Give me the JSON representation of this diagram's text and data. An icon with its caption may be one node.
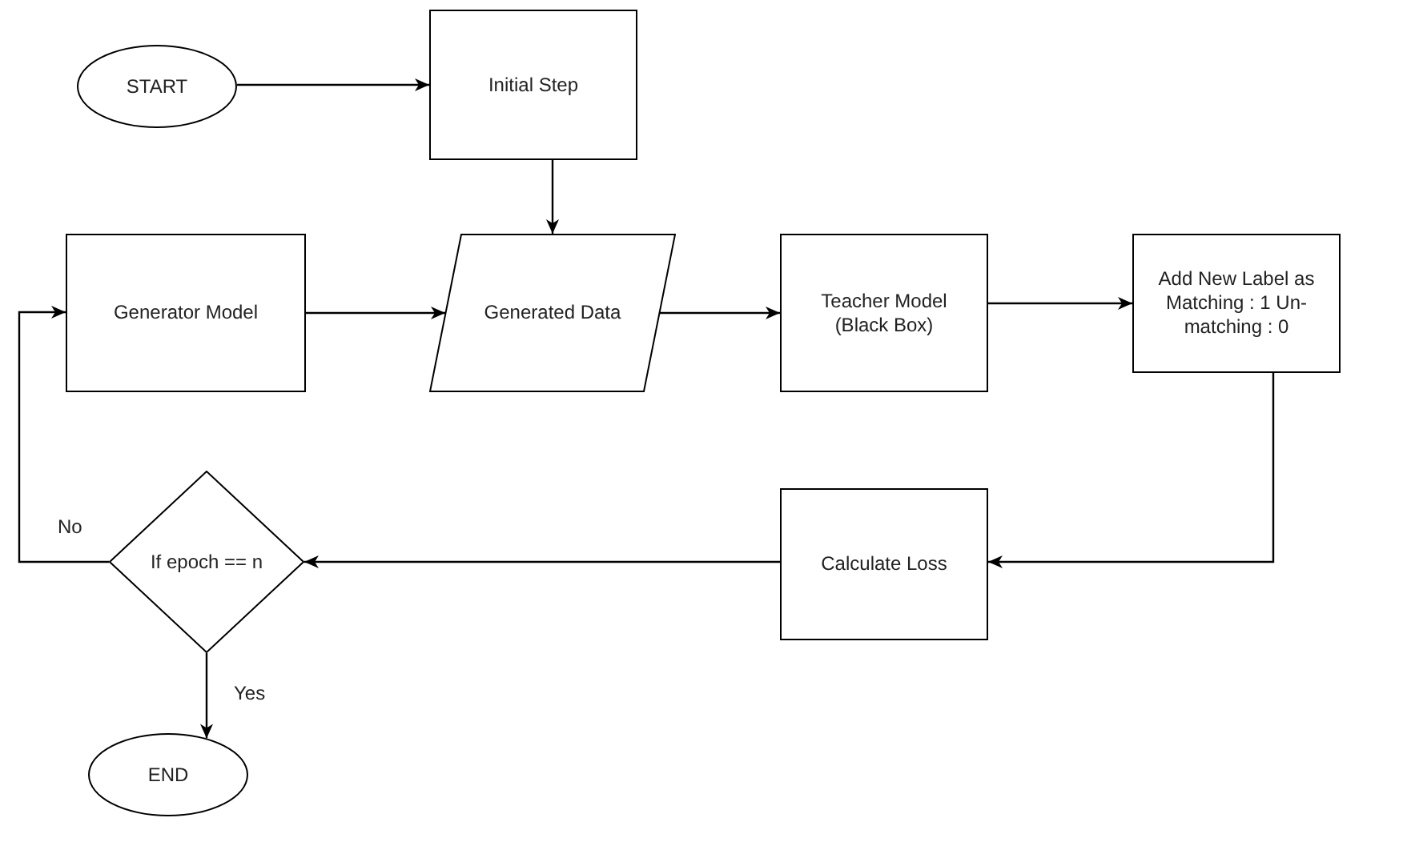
{
  "diagram": {
    "nodes": [
      {
        "text": [
          "START"
        ]
      },
      {
        "text": [
          "Initial Step"
        ]
      },
      {
        "text": [
          "Generator Model"
        ]
      },
      {
        "text": [
          "Generated Data"
        ]
      },
      {
        "text": [
          "Teacher Model (Black Box)"
        ]
      },
      {
        "text": [
          "Add New Label as Matching : 1 Un-matching : 0"
        ]
      },
      {
        "text": [
          "Calculate Loss"
        ]
      },
      {
        "text": [
          "If epoch == n"
        ]
      },
      {
        "text": [
          "END"
        ]
      }
    ],
    "edges": [
      {
        "from": 0,
        "to": 1,
        "arrow": "to"
      },
      {
        "from": 1,
        "to": 3,
        "arrow": "to"
      },
      {
        "from": 2,
        "to": 3,
        "arrow": "to"
      },
      {
        "from": 3,
        "to": 4,
        "arrow": "to"
      },
      {
        "from": 4,
        "to": 5,
        "arrow": "to"
      },
      {
        "from": 5,
        "to": 6,
        "arrow": "to"
      },
      {
        "from": 6,
        "to": 7,
        "arrow": "to"
      },
      {
        "from": 7,
        "to": 2,
        "arrow": "to",
        "label": "No"
      },
      {
        "from": 7,
        "to": 8,
        "arrow": "to",
        "label": "Yes"
      }
    ]
  }
}
